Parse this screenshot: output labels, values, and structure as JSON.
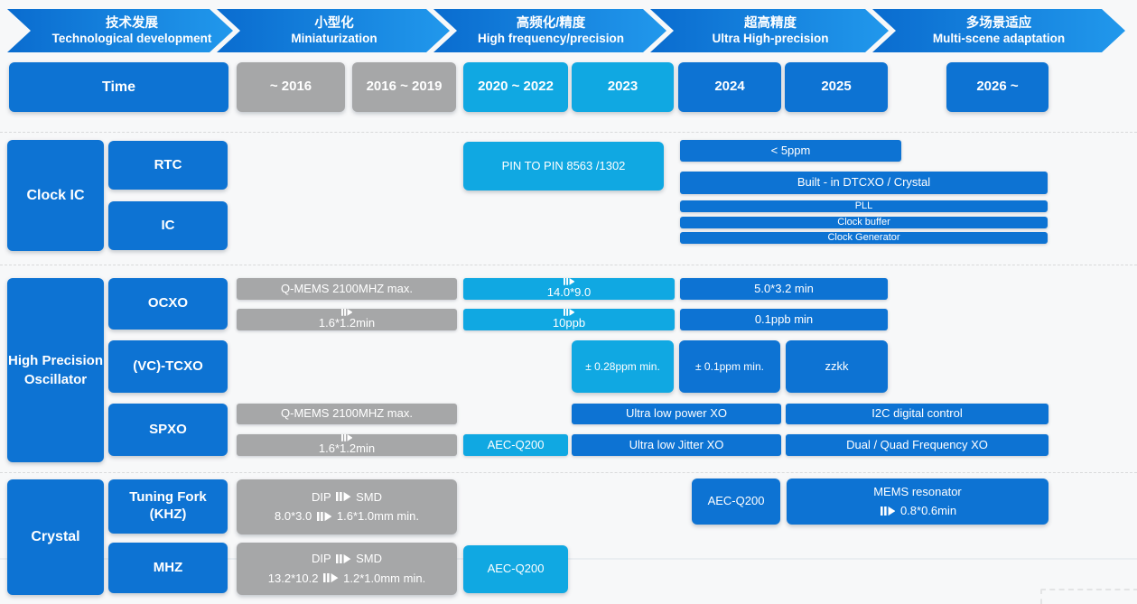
{
  "colors": {
    "primary_blue": "#0d73d3",
    "light_blue": "#10a8e2",
    "gray": "#a6a7a8",
    "banner_gradient_start": "#0a6ccf",
    "banner_gradient_end": "#2198ec",
    "background": "#f7f8f9"
  },
  "icons": {
    "fast_forward": "fast-forward-icon (two bars + right triangle, white)"
  },
  "banners": [
    {
      "zh": "技术发展",
      "en": "Technological development"
    },
    {
      "zh": "小型化",
      "en": "Miniaturization"
    },
    {
      "zh": "高频化/精度",
      "en": "High frequency/precision"
    },
    {
      "zh": "超高精度",
      "en": "Ultra High-precision"
    },
    {
      "zh": "多场景适应",
      "en": "Multi-scene adaptation"
    }
  ],
  "time": {
    "label": "Time",
    "cells": [
      "~ 2016",
      "2016 ~ 2019",
      "2020 ~ 2022",
      "2023",
      "2024",
      "2025",
      "2026 ~"
    ]
  },
  "clock_ic": {
    "label": "Clock IC",
    "rtc": "RTC",
    "ic": "IC",
    "pin_to_pin": "PIN TO PIN 8563 /1302",
    "lt5ppm": "< 5ppm",
    "built_in": "Built - in   DTCXO / Crystal",
    "pll": "PLL",
    "clock_buffer": "Clock buffer",
    "clock_generator": "Clock Generator"
  },
  "oscillator": {
    "label": "High Precision Oscillator",
    "ocxo": "OCXO",
    "tcxo": "(VC)-TCXO",
    "spxo": "SPXO",
    "ocxo_r1_gray": "Q-MEMS  2100MHZ max.",
    "ocxo_r1_cyan": "[ff] 14.0*9.0",
    "ocxo_r1_blue": "5.0*3.2 min",
    "ocxo_r2_gray": "[ff] 1.6*1.2min",
    "ocxo_r2_cyan": "[ff] 10ppb",
    "ocxo_r2_blue": "0.1ppb min",
    "tcxo_2023": "± 0.28ppm min.",
    "tcxo_2024": "± 0.1ppm min.",
    "tcxo_2025": "zzkk",
    "spxo_r1_gray": "Q-MEMS  2100MHZ max.",
    "spxo_r1_blue1": "Ultra low power XO",
    "spxo_r1_blue2": "I2C digital control",
    "spxo_r2_gray": "[ff] 1.6*1.2min",
    "spxo_r2_cyan": "AEC-Q200",
    "spxo_r2_blue1": "Ultra low Jitter XO",
    "spxo_r2_blue2": "Dual / Quad Frequency XO"
  },
  "crystal": {
    "label": "Crystal",
    "tuning_fork": "Tuning Fork (KHZ)",
    "mhz": "MHZ",
    "tf_gray_line1": "DIP [ff] SMD",
    "tf_gray_line2": "8.0*3.0 [ff] 1.6*1.0mm min.",
    "tf_blue": "AEC-Q200",
    "mems_line1": "MEMS resonator",
    "mems_line2": "[ff] 0.8*0.6min",
    "mhz_gray_line1": "DIP [ff] SMD",
    "mhz_gray_line2": "13.2*10.2 [ff] 1.2*1.0mm min.",
    "mhz_cyan": "AEC-Q200"
  }
}
